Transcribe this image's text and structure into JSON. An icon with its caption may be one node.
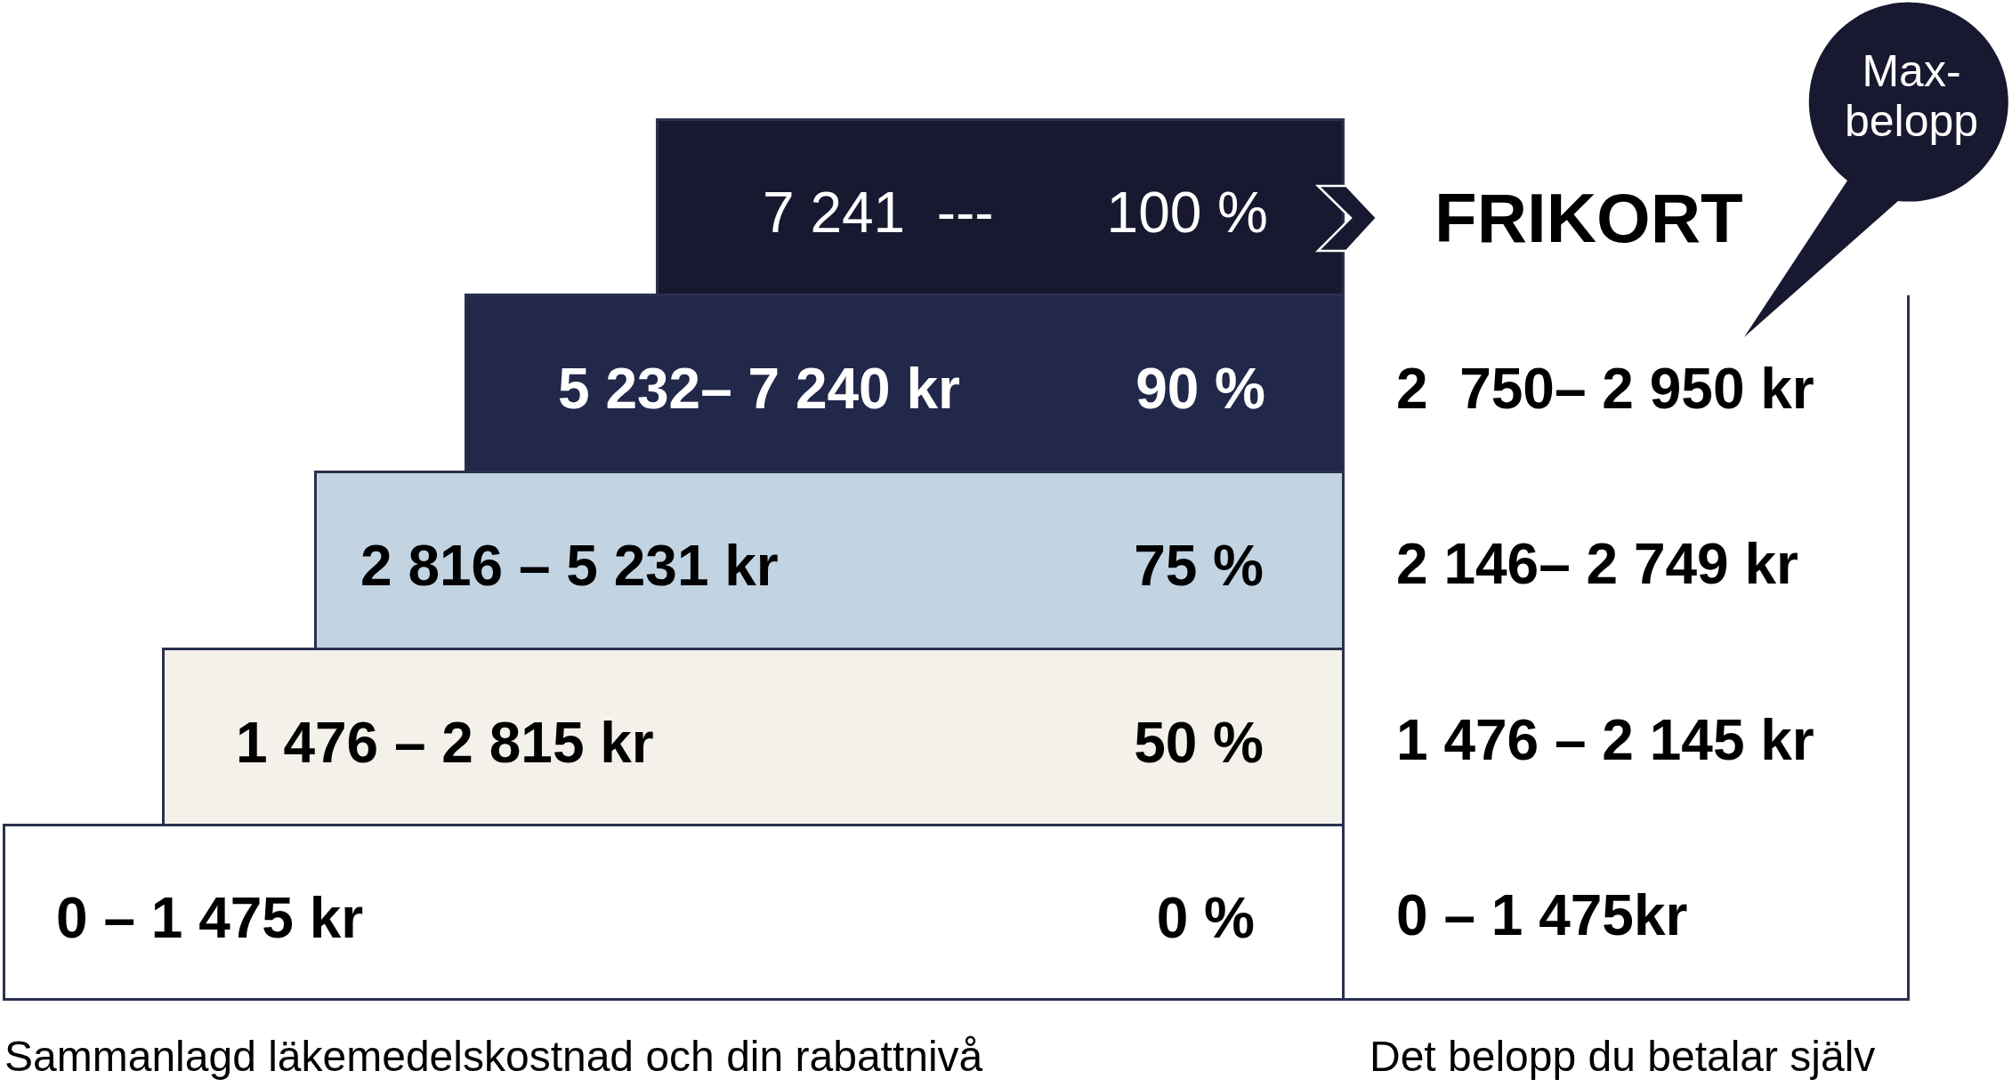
{
  "diagram": {
    "nodes": [
      {
        "text": [
          "Max- belopp"
        ]
      },
      {
        "text": [
          "7 241  ---",
          "100 %"
        ]
      },
      {
        "text": [
          "FRIKORT"
        ]
      },
      {
        "text": [
          "5 232– 7 240 kr",
          "90 %"
        ]
      },
      {
        "text": [
          "2 816 – 5 231 kr",
          "75 %"
        ]
      },
      {
        "text": [
          "1 476 – 2 815 kr",
          "50 %"
        ]
      },
      {
        "text": [
          "0 – 1 475 kr",
          "0 %"
        ]
      },
      {
        "text": [
          "2  750– 2 950 kr",
          "2 146– 2 749 kr",
          "1 476 – 2 145 kr",
          "0 – 1 475kr"
        ]
      }
    ],
    "edges": [
      {
        "from": 1,
        "to": 2,
        "arrow": "to"
      }
    ],
    "labels": [
      "Sammanlagd läkemedelskostnad och din rabattnivå",
      "Det belopp du betalar själv"
    ]
  }
}
